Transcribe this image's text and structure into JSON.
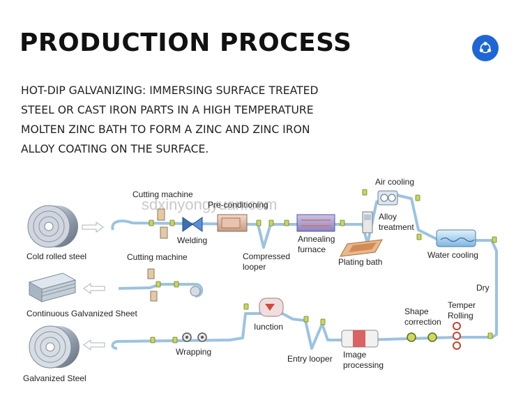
{
  "header": {
    "title": "PRODUCTION PROCESS",
    "description_lines": [
      "HOT-DIP GALVANIZING: IMMERSING SURFACE TREATED",
      "STEEL OR CAST IRON PARTS IN A HIGH TEMPERATURE",
      "MOLTEN ZINC BATH TO FORM A ZINC AND ZINC IRON",
      "ALLOY COATING ON THE SURFACE."
    ]
  },
  "share_icon": "share-icon",
  "watermark": "sdxinyongyuan.com",
  "diagram": {
    "products": {
      "cold_rolled": "Cold rolled steel",
      "continuous_sheet": "Continuous Galvanized Sheet",
      "galvanized_steel": "Galvanized Steel"
    },
    "stations": {
      "cutting_machine_top": "Cutting machine",
      "pre_conditioning": "Pre-conditioning",
      "welding": "Welding",
      "compressed_looper_1": "Compressed",
      "compressed_looper_2": "looper",
      "annealing_1": "Annealing",
      "annealing_2": "furnace",
      "air_cooling": "Air cooling",
      "alloy_1": "Alloy",
      "alloy_2": "treatment",
      "plating_bath": "Plating bath",
      "water_cooling": "Water cooling",
      "dry": "Dry",
      "cutting_machine_mid": "Cutting machine",
      "temper_1": "Temper",
      "temper_2": "Rolling",
      "shape_1": "Shape",
      "shape_2": "correction",
      "junction": "Iunction",
      "entry_looper": "Entry looper",
      "image_1": "Image",
      "image_2": "processing",
      "wrapping": "Wrapping"
    }
  }
}
